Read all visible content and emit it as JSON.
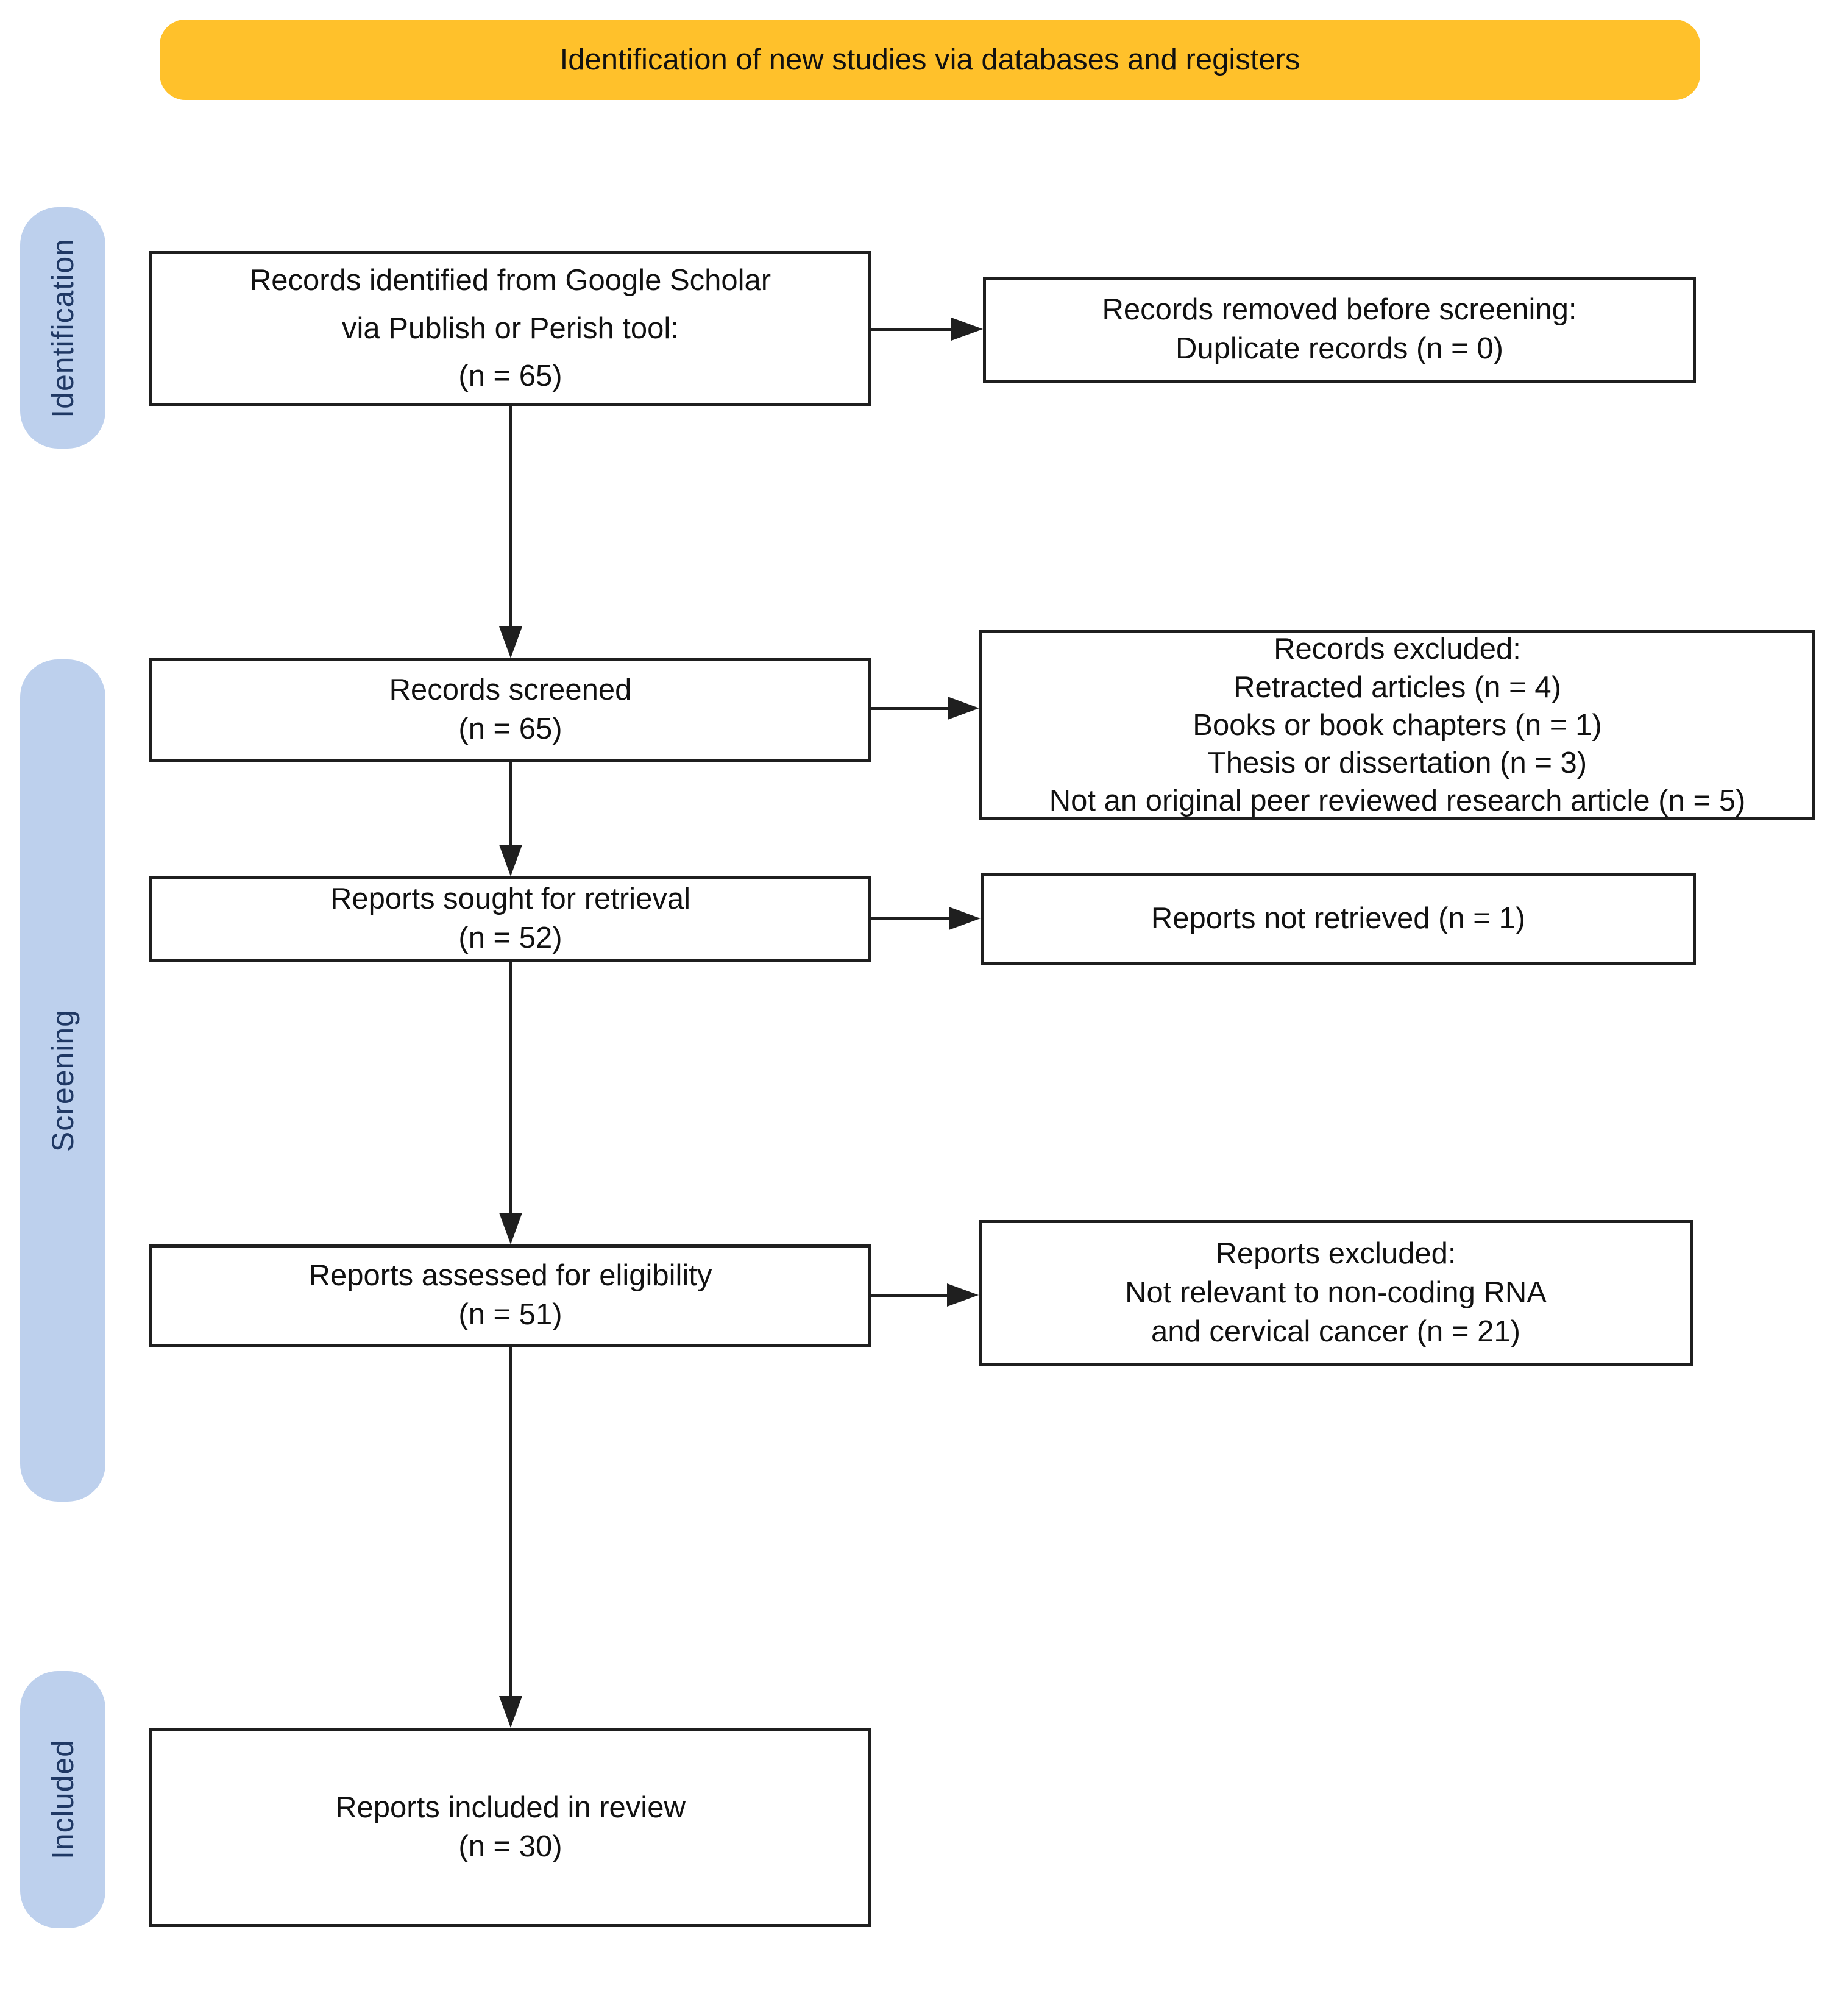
{
  "banner": {
    "label": "Identification of new studies via databases and registers"
  },
  "stages": [
    {
      "id": "identification",
      "label": "Identification"
    },
    {
      "id": "screening",
      "label": "Screening"
    },
    {
      "id": "included",
      "label": "Included"
    }
  ],
  "nodes": [
    {
      "id": "records-identified",
      "label": "Records identified from Google Scholar\nvia Publish or Perish tool:\n(n = 65)"
    },
    {
      "id": "records-removed",
      "label": "Records removed before screening:\nDuplicate records (n = 0)"
    },
    {
      "id": "records-screened",
      "label": "Records screened\n(n = 65)"
    },
    {
      "id": "records-excluded",
      "label": "Records excluded:\nRetracted articles (n = 4)\nBooks or book chapters (n = 1)\nThesis or dissertation (n = 3)\nNot an original peer reviewed research article (n = 5)"
    },
    {
      "id": "reports-sought",
      "label": "Reports sought for retrieval\n(n = 52)"
    },
    {
      "id": "reports-not-retrieved",
      "label": "Reports not retrieved (n = 1)"
    },
    {
      "id": "reports-assessed",
      "label": "Reports assessed for eligibility\n(n = 51)"
    },
    {
      "id": "reports-excluded",
      "label": "Reports excluded:\nNot relevant to non-coding RNA\nand cervical cancer (n = 21)"
    },
    {
      "id": "reports-included",
      "label": "Reports included in review\n(n = 30)"
    }
  ],
  "colors": {
    "banner_bg": "#FFC12B",
    "stage_bg": "#BDD0ED",
    "stage_text": "#1F3864",
    "box_border": "#1F1F1F",
    "arrow": "#1F1F1F"
  }
}
